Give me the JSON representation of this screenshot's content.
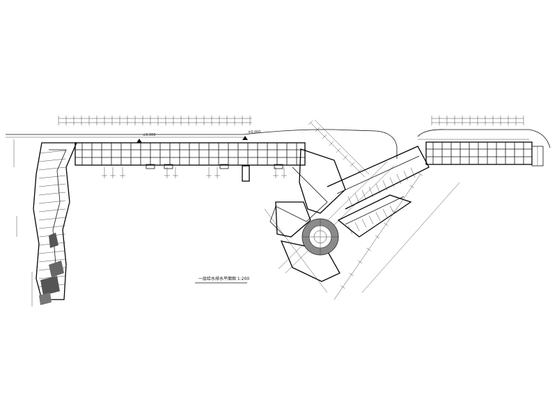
{
  "drawing": {
    "title": "一层给水排水平面图 1:200",
    "level_tags": [
      "±0.000",
      "±0.000"
    ],
    "colors": {
      "line": "#111111",
      "hatch": "#555555",
      "background": "#ffffff"
    }
  }
}
